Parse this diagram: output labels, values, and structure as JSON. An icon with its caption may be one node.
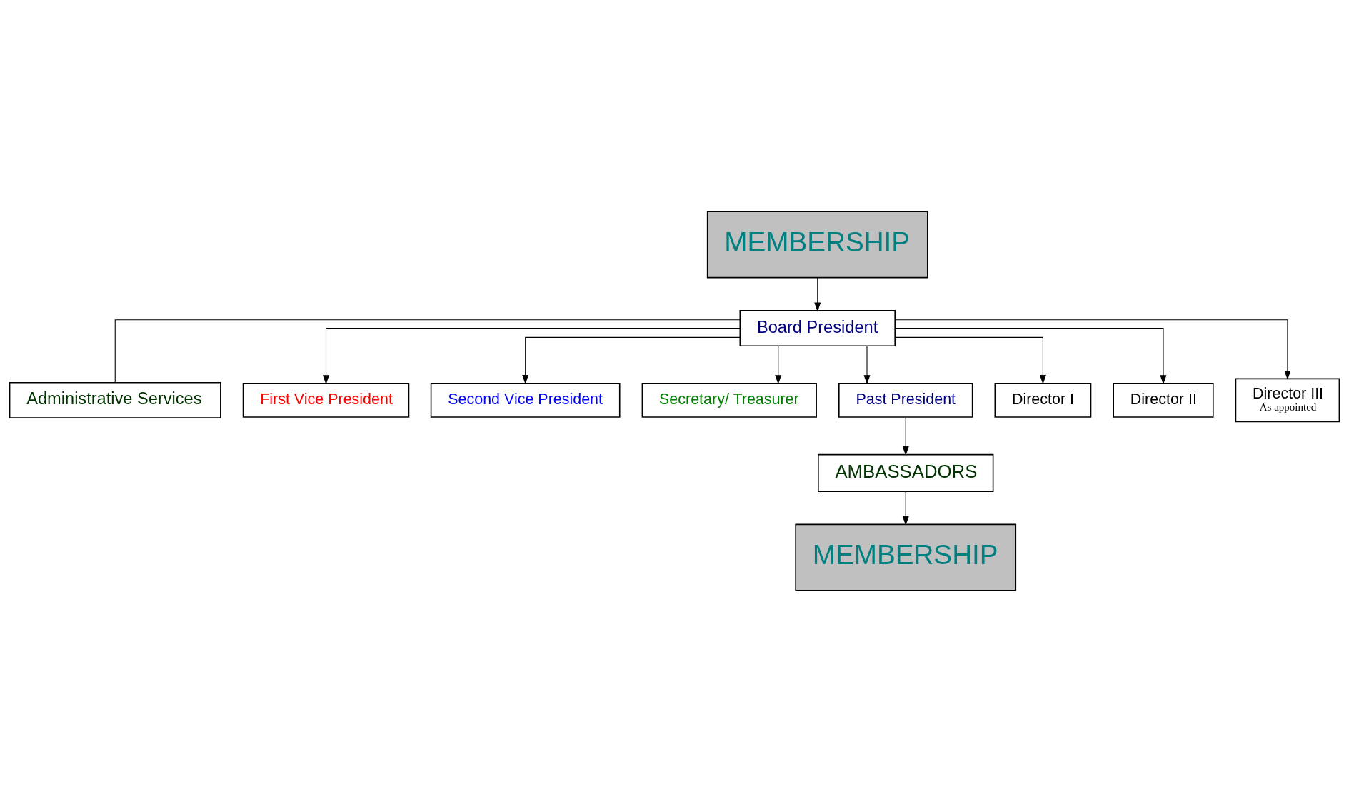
{
  "diagram": {
    "nodes": [
      {
        "text": [
          "MEMBERSHIP"
        ]
      },
      {
        "text": [
          "Board President"
        ]
      },
      {
        "text": [
          "Administrative Services"
        ]
      },
      {
        "text": [
          "First Vice President"
        ]
      },
      {
        "text": [
          "Second Vice President"
        ]
      },
      {
        "text": [
          "Secretary/ Treasurer"
        ]
      },
      {
        "text": [
          "Past President"
        ]
      },
      {
        "text": [
          "Director I"
        ]
      },
      {
        "text": [
          "Director II"
        ]
      },
      {
        "text": [
          "Director III",
          "As appointed"
        ]
      },
      {
        "text": [
          "AMBASSADORS"
        ]
      },
      {
        "text": [
          "MEMBERSHIP"
        ]
      }
    ],
    "edges": [
      {
        "from": 0,
        "to": 1,
        "arrow": "to"
      },
      {
        "from": 1,
        "to": 2,
        "arrow": "none"
      },
      {
        "from": 1,
        "to": 3,
        "arrow": "to"
      },
      {
        "from": 1,
        "to": 4,
        "arrow": "to"
      },
      {
        "from": 1,
        "to": 5,
        "arrow": "to"
      },
      {
        "from": 1,
        "to": 6,
        "arrow": "to"
      },
      {
        "from": 1,
        "to": 7,
        "arrow": "to"
      },
      {
        "from": 1,
        "to": 8,
        "arrow": "to"
      },
      {
        "from": 1,
        "to": 9,
        "arrow": "to"
      },
      {
        "from": 6,
        "to": 10,
        "arrow": "to"
      },
      {
        "from": 10,
        "to": 11,
        "arrow": "to"
      }
    ]
  }
}
